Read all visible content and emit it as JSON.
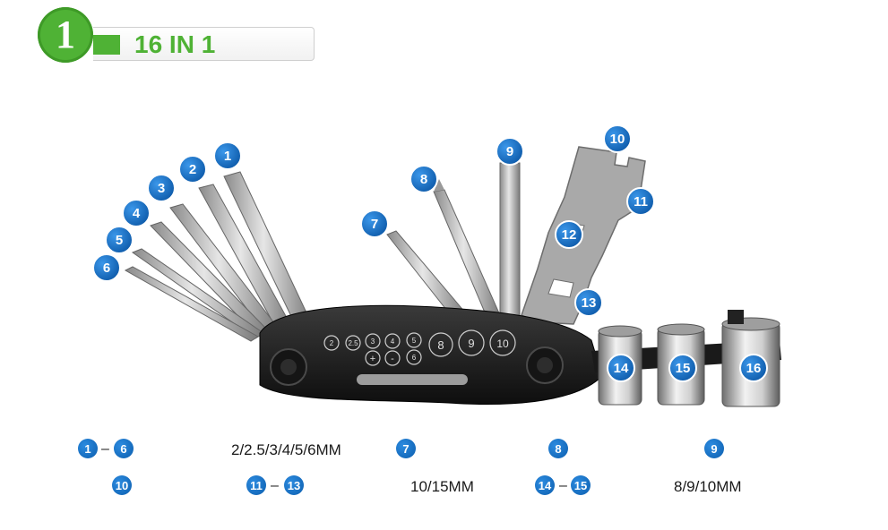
{
  "header": {
    "badge_number": "1",
    "title": "16 IN 1"
  },
  "product": {
    "callouts": [
      "1",
      "2",
      "3",
      "4",
      "5",
      "6",
      "7",
      "8",
      "9",
      "10",
      "11",
      "12",
      "13",
      "14",
      "15",
      "16"
    ],
    "body_markings": [
      "2",
      "2.5",
      "3",
      "4",
      "5",
      "+",
      "-",
      "6",
      "8",
      "9",
      "10"
    ]
  },
  "legend": {
    "row1": {
      "a_start": "1",
      "a_dash": "–",
      "a_end": "6",
      "a_text": "2/2.5/3/4/5/6MM",
      "b": "7",
      "c": "8",
      "d": "9"
    },
    "row2": {
      "a": "10",
      "b_start": "11",
      "b_dash": "–",
      "b_end": "13",
      "b_text": "10/15MM",
      "c_start": "14",
      "c_dash": "–",
      "c_end": "15",
      "c_text": "8/9/10MM"
    }
  },
  "colors": {
    "accent_green": "#4fb235",
    "callout_blue": "#1565c0",
    "tool_metal": "#b9b9b9",
    "tool_body": "#1c1c1c"
  }
}
